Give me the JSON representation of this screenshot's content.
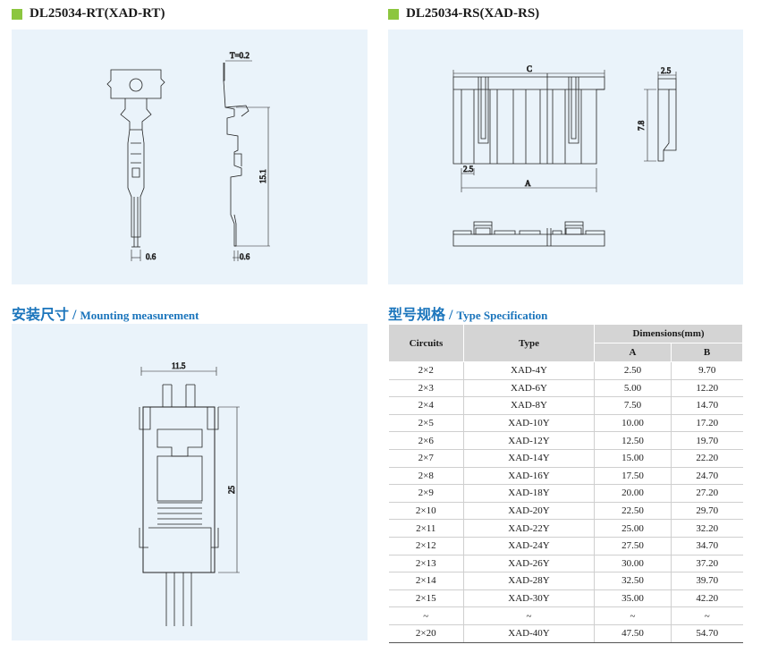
{
  "sections": {
    "rt_title": "DL25034-RT(XAD-RT)",
    "rs_title": "DL25034-RS(XAD-RS)",
    "mount_cn": "安装尺寸 /",
    "mount_en": "Mounting measurement",
    "type_cn": "型号规格 /",
    "type_en": "Type Specification"
  },
  "drawings": {
    "rt": {
      "thickness": "T=0.2",
      "length": "15.1",
      "width_front": "0.6",
      "width_side": "0.6"
    },
    "rs": {
      "label_c": "C",
      "label_a": "A",
      "pitch": "2.5",
      "height": "7.8",
      "depth": "2.5"
    },
    "mount": {
      "width": "11.5",
      "height": "25"
    }
  },
  "colors": {
    "accent_square": "#8cc63f",
    "title_blue": "#1b75bc",
    "panel_bg": "#eaf3fa",
    "header_bg": "#d4d4d4"
  },
  "table": {
    "headers": {
      "circuits": "Circuits",
      "type": "Type",
      "dimensions": "Dimensions(mm)",
      "a": "A",
      "b": "B"
    },
    "rows": [
      [
        "2×2",
        "XAD-4Y",
        "2.50",
        "9.70"
      ],
      [
        "2×3",
        "XAD-6Y",
        "5.00",
        "12.20"
      ],
      [
        "2×4",
        "XAD-8Y",
        "7.50",
        "14.70"
      ],
      [
        "2×5",
        "XAD-10Y",
        "10.00",
        "17.20"
      ],
      [
        "2×6",
        "XAD-12Y",
        "12.50",
        "19.70"
      ],
      [
        "2×7",
        "XAD-14Y",
        "15.00",
        "22.20"
      ],
      [
        "2×8",
        "XAD-16Y",
        "17.50",
        "24.70"
      ],
      [
        "2×9",
        "XAD-18Y",
        "20.00",
        "27.20"
      ],
      [
        "2×10",
        "XAD-20Y",
        "22.50",
        "29.70"
      ],
      [
        "2×11",
        "XAD-22Y",
        "25.00",
        "32.20"
      ],
      [
        "2×12",
        "XAD-24Y",
        "27.50",
        "34.70"
      ],
      [
        "2×13",
        "XAD-26Y",
        "30.00",
        "37.20"
      ],
      [
        "2×14",
        "XAD-28Y",
        "32.50",
        "39.70"
      ],
      [
        "2×15",
        "XAD-30Y",
        "35.00",
        "42.20"
      ],
      [
        "~",
        "~",
        "~",
        "~"
      ],
      [
        "2×20",
        "XAD-40Y",
        "47.50",
        "54.70"
      ]
    ]
  }
}
